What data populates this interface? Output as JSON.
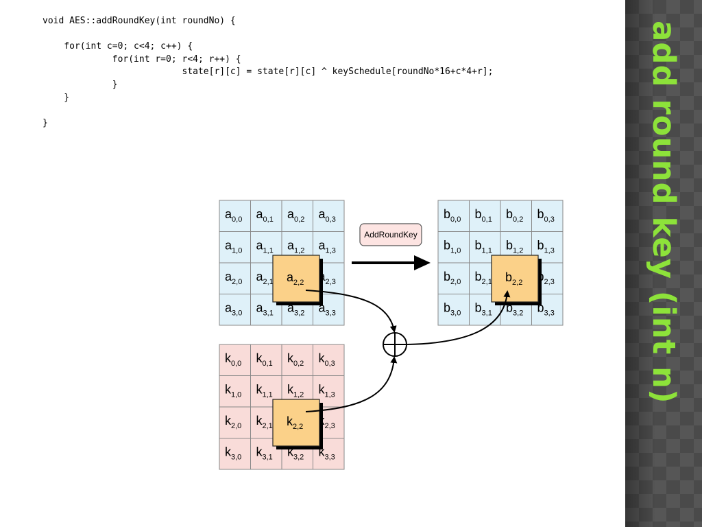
{
  "code": {
    "lines": [
      "void AES::addRoundKey(int roundNo) {",
      "",
      "    for(int c=0; c<4; c++) {",
      "             for(int r=0; r<4; r++) {",
      "                          state[r][c] = state[r][c] ^ keySchedule[roundNo*16+c*4+r];",
      "             }",
      "    }",
      "",
      "}"
    ]
  },
  "title": "add round key (int n)",
  "diagram": {
    "operation_label": "AddRoundKey",
    "matrices": [
      {
        "name": "state-matrix-a",
        "letter": "a",
        "fill": "#dff1f9",
        "highlight": "a2,2"
      },
      {
        "name": "key-matrix-k",
        "letter": "k",
        "fill": "#f9dcd9",
        "highlight": "k2,2"
      },
      {
        "name": "result-matrix-b",
        "letter": "b",
        "fill": "#dff1f9",
        "highlight": "b2,2"
      }
    ],
    "highlight_fill": "#fbd189",
    "xor_symbol": "xor-icon"
  }
}
